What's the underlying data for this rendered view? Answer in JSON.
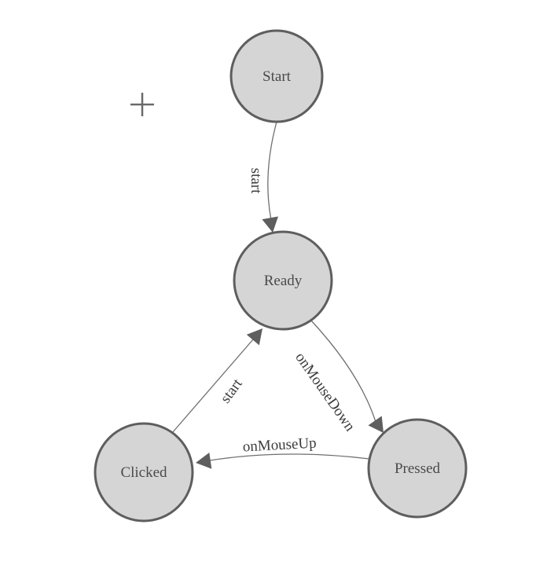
{
  "diagram": {
    "kind": "state-machine"
  },
  "nodes": [
    {
      "id": "start",
      "label": "Start"
    },
    {
      "id": "ready",
      "label": "Ready"
    },
    {
      "id": "clicked",
      "label": "Clicked"
    },
    {
      "id": "pressed",
      "label": "Pressed"
    }
  ],
  "edges": [
    {
      "from": "Start",
      "to": "Ready",
      "label": "start"
    },
    {
      "from": "Ready",
      "to": "Pressed",
      "label": "onMouseDown"
    },
    {
      "from": "Pressed",
      "to": "Clicked",
      "label": "onMouseUp"
    },
    {
      "from": "Clicked",
      "to": "Ready",
      "label": "start"
    }
  ],
  "icons": {
    "arrowhead": "filled-triangle ▶",
    "crosshair": "+"
  },
  "colors": {
    "background": "#ffffff",
    "node_fill": "#d5d5d5",
    "node_stroke": "#5e5e5e",
    "node_text": "#4a4a4a",
    "edge_stroke": "#6f6f6f",
    "edge_label": "#3c3c3c",
    "arrow_fill": "#5e5e5e",
    "crosshair": "#6a6a6a"
  }
}
